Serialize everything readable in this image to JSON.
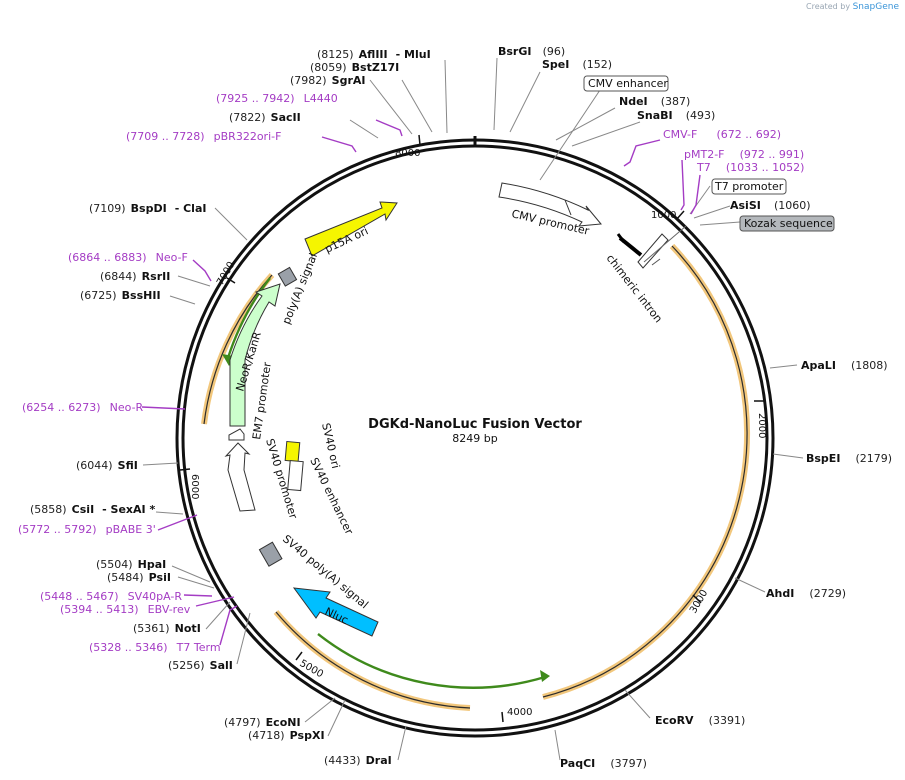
{
  "credit": {
    "prefix": "Created by",
    "brand": "SnapGene"
  },
  "plasmid": {
    "name": "DGKd-NanoLuc Fusion Vector",
    "length": "8249 bp"
  },
  "ticks": [
    "1000",
    "2000",
    "3000",
    "4000",
    "5000",
    "6000",
    "7000",
    "8000"
  ],
  "sites": [
    {
      "pos": "(8125)",
      "name": "AflIII",
      "extra": "- MluI"
    },
    {
      "pos": "(8059)",
      "name": "BstZ17I"
    },
    {
      "pos": "(7982)",
      "name": "SgrAI"
    },
    {
      "pos": "(7822)",
      "name": "SacII"
    },
    {
      "pos": "(7109)",
      "name": "BspDI",
      "extra": "- ClaI"
    },
    {
      "pos": "(6844)",
      "name": "RsrII"
    },
    {
      "pos": "(6725)",
      "name": "BssHII"
    },
    {
      "pos": "(6044)",
      "name": "SfiI"
    },
    {
      "pos": "(5858)",
      "name": "CsiI",
      "extra": "- SexAI *"
    },
    {
      "pos": "(5504)",
      "name": "HpaI"
    },
    {
      "pos": "(5484)",
      "name": "PsiI"
    },
    {
      "pos": "(5361)",
      "name": "NotI"
    },
    {
      "pos": "(5256)",
      "name": "SalI"
    },
    {
      "pos": "(4797)",
      "name": "EcoNI"
    },
    {
      "pos": "(4718)",
      "name": "PspXI"
    },
    {
      "pos": "(4433)",
      "name": "DraI"
    },
    {
      "name": "BsrGI",
      "pos": "(96)"
    },
    {
      "name": "SpeI",
      "pos": "(152)"
    },
    {
      "name": "NdeI",
      "pos": "(387)"
    },
    {
      "name": "SnaBI",
      "pos": "(493)"
    },
    {
      "name": "AsiSI",
      "pos": "(1060)"
    },
    {
      "name": "ApaLI",
      "pos": "(1808)"
    },
    {
      "name": "BspEI",
      "pos": "(2179)"
    },
    {
      "name": "AhdI",
      "pos": "(2729)"
    },
    {
      "name": "EcoRV",
      "pos": "(3391)"
    },
    {
      "name": "PaqCI",
      "pos": "(3797)"
    }
  ],
  "primers": [
    {
      "range": "(7925 .. 7942)",
      "name": "L4440"
    },
    {
      "range": "(7709 .. 7728)",
      "name": "pBR322ori-F"
    },
    {
      "range": "(6864 .. 6883)",
      "name": "Neo-F"
    },
    {
      "range": "(6254 .. 6273)",
      "name": "Neo-R"
    },
    {
      "range": "(5772 .. 5792)",
      "name": "pBABE 3'"
    },
    {
      "range": "(5448 .. 5467)",
      "name": "SV40pA-R"
    },
    {
      "range": "(5394 .. 5413)",
      "name": "EBV-rev"
    },
    {
      "range": "(5328 .. 5346)",
      "name": "T7 Term"
    },
    {
      "name": "CMV-F",
      "range": "(672 .. 692)"
    },
    {
      "name": "pMT2-F",
      "range": "(972 .. 991)"
    },
    {
      "name": "T7",
      "range": "(1033 .. 1052)"
    }
  ],
  "boxed_labels": {
    "cmv_enhancer": "CMV enhancer",
    "t7_promoter": "T7 promoter",
    "kozak": "Kozak sequence"
  },
  "features": {
    "cmv_promoter": "CMV promoter",
    "chimeric_intron": "chimeric intron",
    "p15a_ori": "p15A ori",
    "polya_signal": "poly(A) signal",
    "neor_kanr": "NeoR/KanR",
    "em7_promoter": "EM7 promoter",
    "sv40_promoter": "SV40 promoter",
    "sv40_ori": "SV40 ori",
    "sv40_enhancer": "SV40 enhancer",
    "sv40_polya": "SV40 poly(A) signal",
    "nluc": "Nluc"
  },
  "colors": {
    "p15a": "#f5f500",
    "neor": "#ccffcc",
    "nluc": "#00bfff",
    "sv40ori": "#f5f500",
    "orf": "#f2c77c",
    "primer": "#a43cc4",
    "grey": "#9aa0a8",
    "kozak": "#b4b8bc"
  }
}
